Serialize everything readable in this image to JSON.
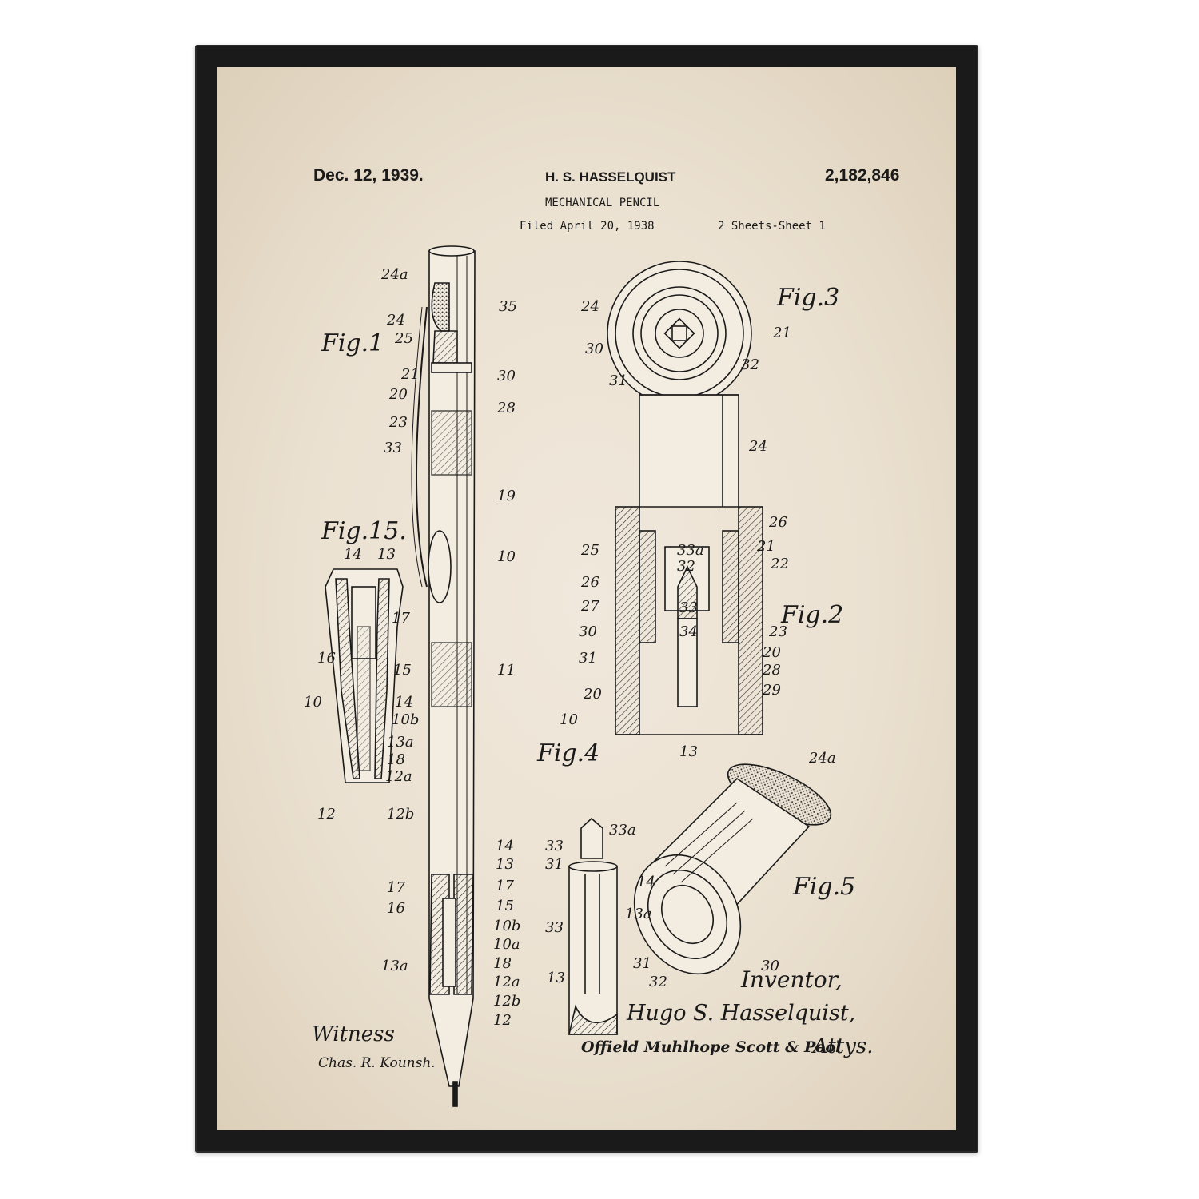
{
  "header": {
    "date": "Dec. 12, 1939.",
    "inventor_name": "H. S. HASSELQUIST",
    "patent_number": "2,182,846",
    "title": "MECHANICAL PENCIL",
    "filed": "Filed April 20, 1938",
    "sheets": "2 Sheets-Sheet 1"
  },
  "figures": [
    "Fig.1",
    "Fig.2",
    "Fig.3",
    "Fig.4",
    "Fig.5",
    "Fig.15."
  ],
  "fig1_labels": [
    "24a",
    "35",
    "24",
    "25",
    "21",
    "30",
    "20",
    "28",
    "23",
    "33",
    "19",
    "10",
    "11",
    "14",
    "13",
    "17",
    "17",
    "16",
    "15",
    "10b",
    "10a",
    "18",
    "13a",
    "12a",
    "12b",
    "12"
  ],
  "fig15_labels": [
    "14",
    "13",
    "17",
    "16",
    "15",
    "10",
    "14",
    "10b",
    "13a",
    "18",
    "12a",
    "12",
    "12b"
  ],
  "fig3_labels": [
    "24",
    "30",
    "31",
    "32",
    "21"
  ],
  "fig2_labels": [
    "24",
    "26",
    "25",
    "33a",
    "21",
    "32",
    "22",
    "26",
    "27",
    "33",
    "30",
    "34",
    "23",
    "20",
    "31",
    "28",
    "29",
    "20",
    "10",
    "13"
  ],
  "fig4_labels": [
    "33a",
    "33",
    "31",
    "14",
    "13a",
    "33",
    "13"
  ],
  "fig5_labels": [
    "24a",
    "31",
    "30",
    "32"
  ],
  "signatures": {
    "witness_label": "Witness",
    "witness_signature": "Chas. R. Kounsh.",
    "inventor_label": "Inventor,",
    "inventor_signature": "Hugo S. Hasselquist,",
    "attorney_signature": "Offield Muhlhope Scott & Pool",
    "attorney_suffix": "Attys."
  },
  "colors": {
    "frame": "#1a1a1a",
    "paper": "#ebe1d1",
    "ink": "#1a1a1a"
  }
}
